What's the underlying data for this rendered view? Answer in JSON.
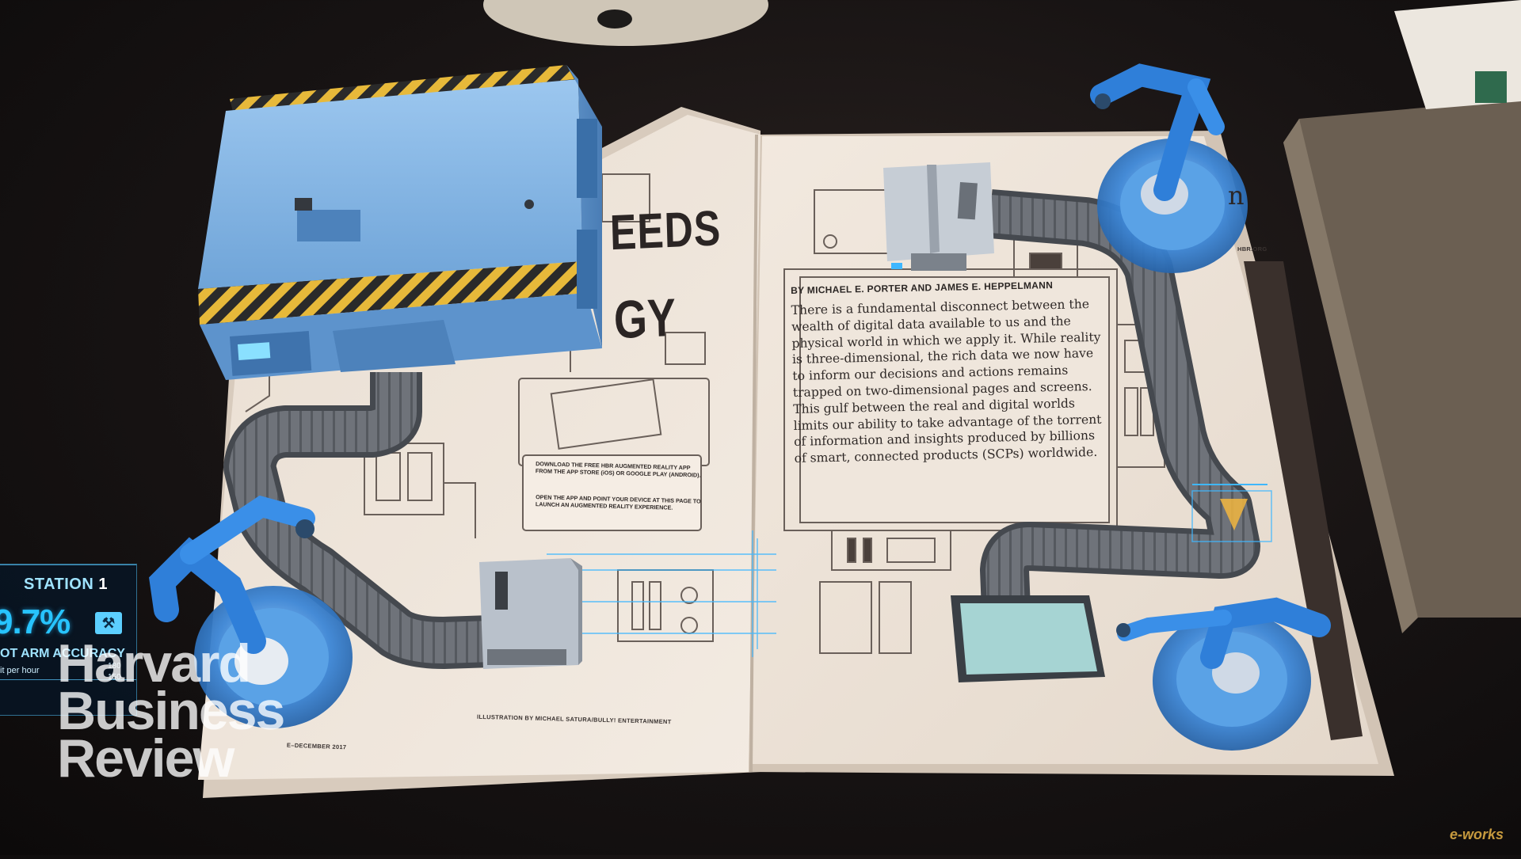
{
  "hud": {
    "station_label": "STATION",
    "station_number": "1",
    "accuracy_value": "9.7%",
    "metric_label": "OT ARM ACCURACY",
    "rate_label": "it per hour",
    "tick_top": "180",
    "tick_bottom": "150",
    "accent_color": "#27c4ff"
  },
  "logo": {
    "line1": "Harvard",
    "line2": "Business",
    "line3": "Review"
  },
  "article": {
    "byline": "BY MICHAEL E. PORTER AND JAMES E. HEPPELMANN",
    "body": "There is a fundamental disconnect between the wealth of digital data available to us and the physical world in which we apply it. While reality is three-dimensional, the rich data we now have to inform our decisions and actions remains trapped on two-dimensional pages and screens. This gulf between the real and digital worlds limits our ability to take advantage of the torrent of information and insights produced by billions of smart, connected products (SCPs) worldwide."
  },
  "headline": {
    "fragment1": "EEDS",
    "fragment2": "GY",
    "page_letter": "n"
  },
  "captions": {
    "illustration_credit": "ILLUSTRATION BY MICHAEL SATURA/BULLY! ENTERTAINMENT",
    "date": "E–DECEMBER 2017",
    "url": "HBR.ORG",
    "instruction1": "DOWNLOAD THE FREE HBR AUGMENTED REALITY APP FROM THE APP STORE (iOS) OR GOOGLE PLAY (ANDROID).",
    "instruction2": "OPEN THE APP AND POINT YOUR DEVICE AT THIS PAGE TO LAUNCH AN AUGMENTED REALITY EXPERIENCE."
  },
  "watermark": "e-works",
  "icons": {
    "hud_icon": "robot-arm-icon",
    "robot": "robot-arm-icon",
    "machine": "machine-box-icon",
    "conveyor": "conveyor-belt-icon"
  },
  "colors": {
    "hologram_blue": "#3d8fe0",
    "hazard_yellow": "#e7b93a",
    "page": "#efe6dc",
    "table": "#171313"
  }
}
